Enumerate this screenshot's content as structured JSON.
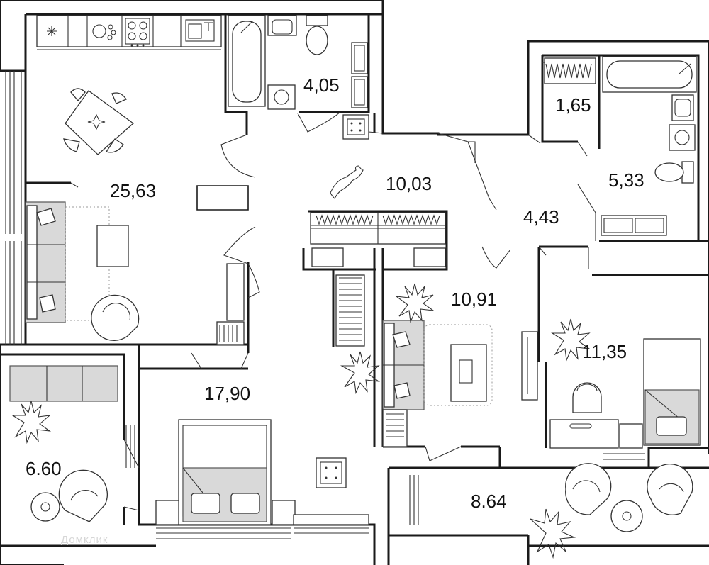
{
  "plan": {
    "rooms": [
      {
        "id": "living",
        "label": "25,63"
      },
      {
        "id": "bath_main",
        "label": "4,05"
      },
      {
        "id": "hall",
        "label": "10,03"
      },
      {
        "id": "wc_small",
        "label": "1,65"
      },
      {
        "id": "bath_right",
        "label": "5,33"
      },
      {
        "id": "corridor",
        "label": "4,43"
      },
      {
        "id": "bedroom_middle",
        "label": "10,91"
      },
      {
        "id": "bedroom_right",
        "label": "11,35"
      },
      {
        "id": "bedroom_main",
        "label": "17,90"
      },
      {
        "id": "balcony_left",
        "label": "6.60"
      },
      {
        "id": "balcony_right",
        "label": "8.64"
      }
    ],
    "watermark": "Домклик"
  },
  "colors": {
    "wall": "#1a1a1a",
    "furniture_fill": "#d9d9d9",
    "background": "#ffffff"
  }
}
